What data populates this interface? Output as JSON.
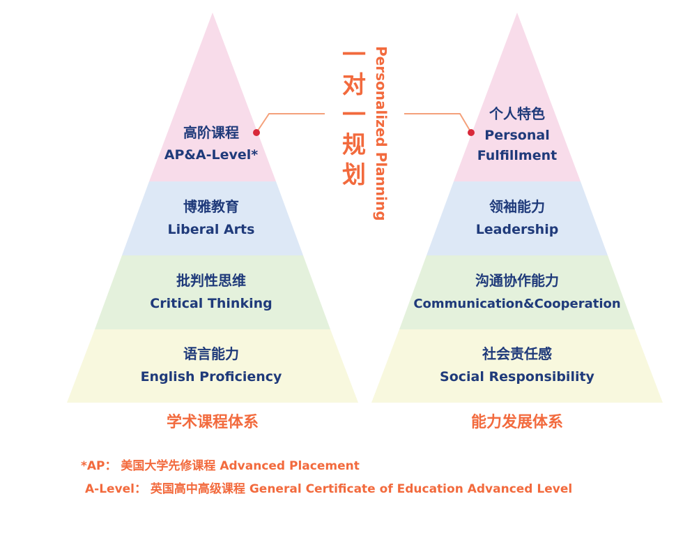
{
  "center": {
    "chinese": "一对一规划",
    "english": "Personalized Planning"
  },
  "left_pyramid": {
    "caption": "学术课程体系",
    "levels": [
      {
        "zh": "高阶课程",
        "en": "AP&A-Level*",
        "color": "#f8dcea"
      },
      {
        "zh": "博雅教育",
        "en": "Liberal Arts",
        "color": "#dde8f6"
      },
      {
        "zh": "批判性思维",
        "en": "Critical Thinking",
        "color": "#e4f1dc"
      },
      {
        "zh": "语言能力",
        "en": "English Proficiency",
        "color": "#f8f8de"
      }
    ]
  },
  "right_pyramid": {
    "caption": "能力发展体系",
    "levels": [
      {
        "zh": "个人特色",
        "en": "Personal Fulfillment",
        "color": "#f8dcea"
      },
      {
        "zh": "领袖能力",
        "en": "Leadership",
        "color": "#dde8f6"
      },
      {
        "zh": "沟通协作能力",
        "en": "Communication&Cooperation",
        "color": "#e4f1dc"
      },
      {
        "zh": "社会责任感",
        "en": "Social Responsibility",
        "color": "#f8f8de"
      }
    ]
  },
  "footnotes": [
    "*AP： 美国大学先修课程 Advanced Placement",
    "A-Level： 英国高中高级课程 General Certificate of Education Advanced Level"
  ],
  "colors": {
    "navy_text": "#1f3a7a",
    "accent_orange": "#f26a3d",
    "connector_line": "#f4a07a",
    "connector_dot": "#d8283a"
  }
}
